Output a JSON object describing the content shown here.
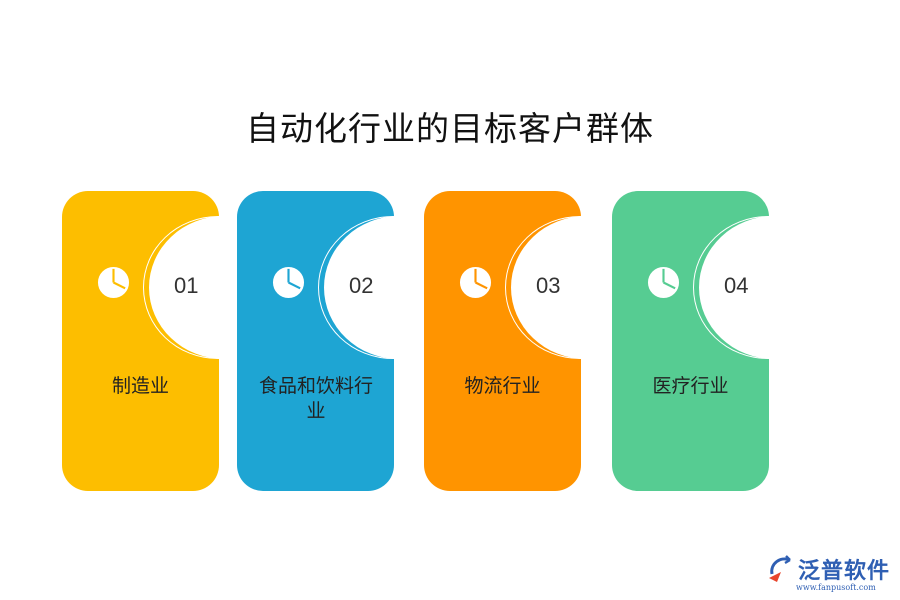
{
  "title": "自动化行业的目标客户群体",
  "cards": [
    {
      "number": "01",
      "label": "制造业",
      "color": "#FDBE00",
      "icon": "pie-chart-icon"
    },
    {
      "number": "02",
      "label": "食品和饮料行业",
      "color": "#1EA5D3",
      "icon": "pie-chart-icon"
    },
    {
      "number": "03",
      "label": "物流行业",
      "color": "#FF9400",
      "icon": "pie-chart-icon"
    },
    {
      "number": "04",
      "label": "医疗行业",
      "color": "#56CC92",
      "icon": "pie-chart-icon"
    }
  ],
  "logo": {
    "brand": "泛普软件",
    "url": "www.fanpusoft.com",
    "accent": "#e8452c"
  }
}
